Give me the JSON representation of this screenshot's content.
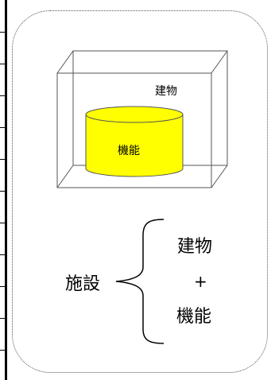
{
  "diagram": {
    "box_label": "建物",
    "cylinder_label": "機能",
    "facility_label": "施設",
    "components": {
      "first": "建物",
      "operator": "+",
      "second": "機能"
    }
  },
  "colors": {
    "cylinder_fill": "#ffff00",
    "cylinder_stroke": "#555555",
    "box_stroke": "#555555"
  }
}
